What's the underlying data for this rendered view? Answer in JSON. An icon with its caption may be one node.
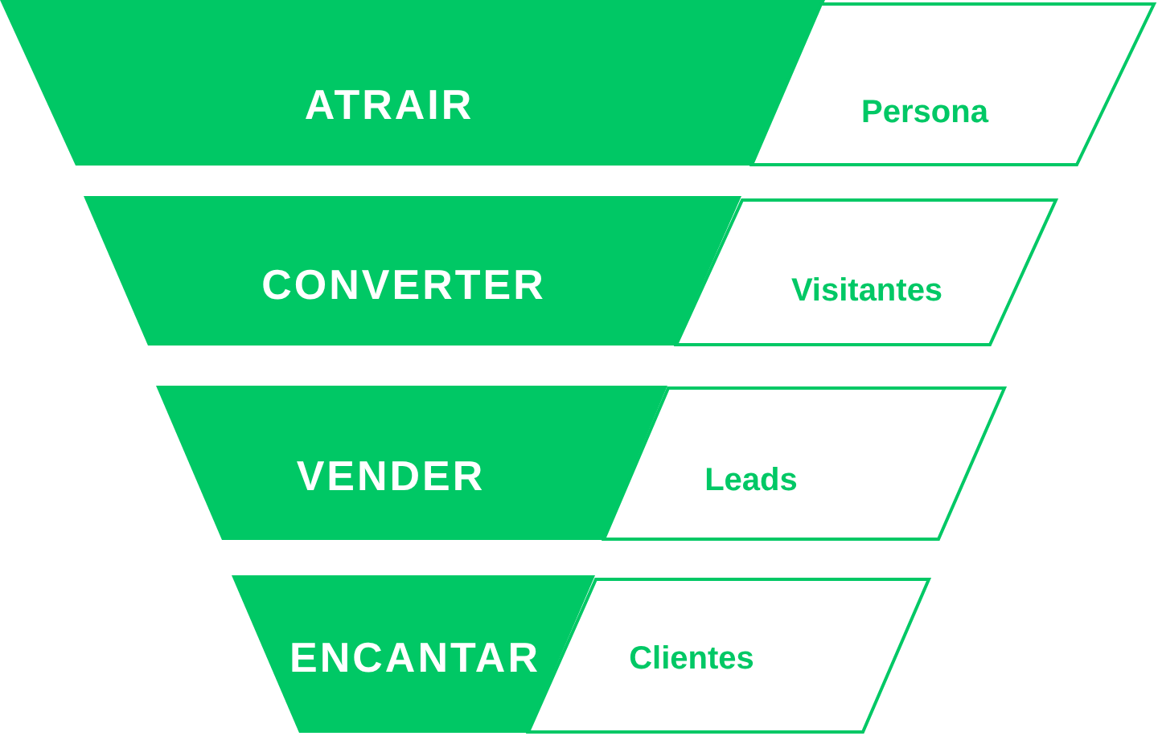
{
  "diagram": {
    "nodes": [
      {
        "text": [
          "ATRAIR"
        ]
      },
      {
        "text": [
          "Persona"
        ]
      },
      {
        "text": [
          "CONVERTER"
        ]
      },
      {
        "text": [
          "Visitantes"
        ]
      },
      {
        "text": [
          "VENDER"
        ]
      },
      {
        "text": [
          "Leads"
        ]
      },
      {
        "text": [
          "ENCANTAR"
        ]
      },
      {
        "text": [
          "Clientes"
        ]
      }
    ]
  }
}
